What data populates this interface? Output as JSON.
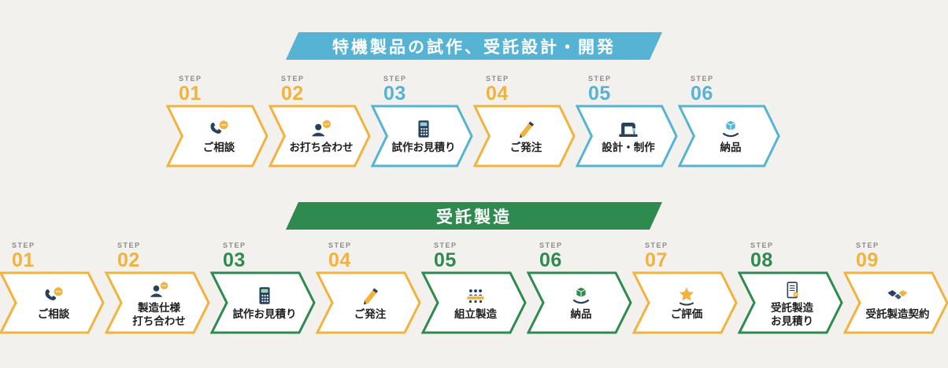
{
  "labels": {
    "step": "STEP"
  },
  "colors": {
    "background": "#f2f1ee",
    "yellow": "#f1b33d",
    "blue": "#57b3d4",
    "green": "#2f8a4f",
    "step_word_gray": "#8b8b8b",
    "label_text": "#1e1e1e",
    "icon_navy": "#27405c"
  },
  "flows": [
    {
      "banner": {
        "label": "特機製品の試作、受託設計・開発",
        "color": "#57b3d4"
      },
      "steps": [
        {
          "num": "01",
          "color": "#f1b33d",
          "icon": "consultation-phone-icon",
          "line1": "ご相談"
        },
        {
          "num": "02",
          "color": "#f1b33d",
          "icon": "meeting-person-icon",
          "line1": "お打ち合わせ"
        },
        {
          "num": "03",
          "color": "#57b3d4",
          "icon": "calculator-icon",
          "line1": "試作お見積り"
        },
        {
          "num": "04",
          "color": "#f1b33d",
          "icon": "order-pen-icon",
          "line1": "ご発注"
        },
        {
          "num": "05",
          "color": "#57b3d4",
          "icon": "design-machine-icon",
          "line1": "設計・制作"
        },
        {
          "num": "06",
          "color": "#57b3d4",
          "icon": "delivery-box-icon",
          "line1": "納品"
        }
      ]
    },
    {
      "banner": {
        "label": "受託製造",
        "color": "#2f8a4f"
      },
      "steps": [
        {
          "num": "01",
          "color": "#f1b33d",
          "icon": "consultation-phone-icon",
          "line1": "ご相談"
        },
        {
          "num": "02",
          "color": "#f1b33d",
          "icon": "meeting-person-icon",
          "line1": "製造仕様",
          "line2": "打ち合わせ"
        },
        {
          "num": "03",
          "color": "#2f8a4f",
          "icon": "calculator-icon",
          "line1": "試作お見積り"
        },
        {
          "num": "04",
          "color": "#f1b33d",
          "icon": "order-pen-icon",
          "line1": "ご発注"
        },
        {
          "num": "05",
          "color": "#2f8a4f",
          "icon": "assembly-conveyor-icon",
          "line1": "組立製造"
        },
        {
          "num": "06",
          "color": "#2f8a4f",
          "icon": "delivery-box-icon",
          "line1": "納品"
        },
        {
          "num": "07",
          "color": "#f1b33d",
          "icon": "evaluation-star-icon",
          "line1": "ご評価"
        },
        {
          "num": "08",
          "color": "#2f8a4f",
          "icon": "quote-document-icon",
          "line1": "受託製造",
          "line2": "お見積り"
        },
        {
          "num": "09",
          "color": "#f1b33d",
          "icon": "contract-handshake-icon",
          "line1": "受託製造契約"
        }
      ]
    }
  ]
}
